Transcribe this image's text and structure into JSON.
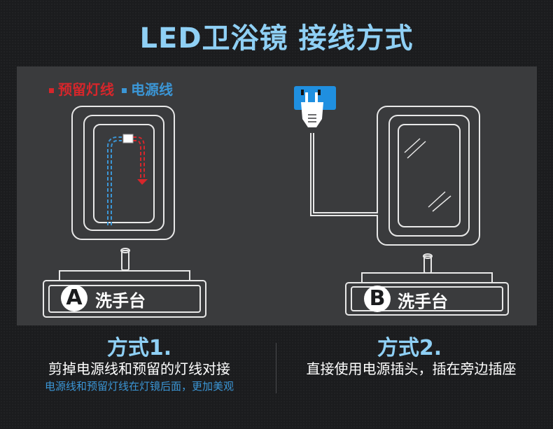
{
  "title": "LED卫浴镜 接线方式",
  "legend": {
    "red_label": "预留灯线",
    "blue_label": "电源线"
  },
  "panel_a": {
    "letter": "A",
    "label": "洗手台"
  },
  "panel_b": {
    "letter": "B",
    "label": "洗手台"
  },
  "method1": {
    "title": "方式1.",
    "desc": "剪掉电源线和预留的灯线对接",
    "sub": "电源线和预留灯线在灯镜后面，更加美观"
  },
  "method2": {
    "title": "方式2.",
    "desc": "直接使用电源插头，插在旁边插座"
  },
  "colors": {
    "title": "#8fd0f5",
    "red_wire": "#d6262b",
    "blue_wire": "#3b96d6",
    "panel_bg": "#3a3b3d",
    "outline": "#e8e8e8"
  },
  "icons": [
    "plug-icon",
    "socket-icon",
    "mirror-reflection-icon",
    "connector-icon"
  ]
}
